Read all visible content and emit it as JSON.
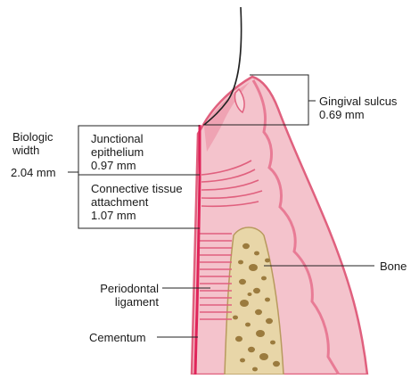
{
  "labels": {
    "gingival_sulcus": {
      "name": "Gingival sulcus",
      "value": "0.69 mm"
    },
    "biologic_width": {
      "line1": "Biologic",
      "line2": "width",
      "value": "2.04 mm"
    },
    "junctional_epithelium": {
      "line1": "Junctional",
      "line2": "epithelium",
      "value": "0.97 mm"
    },
    "connective_tissue": {
      "line1": "Connective tissue",
      "line2": "attachment",
      "value": "1.07 mm"
    },
    "bone": "Bone",
    "periodontal_ligament": {
      "line1": "Periodontal",
      "line2": "ligament"
    },
    "cementum": "Cementum"
  },
  "colors": {
    "gingiva_fill": "#f4c3cc",
    "gingiva_edge": "#e0607e",
    "epithelium_fill": "#efa3b3",
    "cementum_line": "#e0245a",
    "bone_fill": "#e8d6a8",
    "bone_pores": "#9b7b3e",
    "tooth_outline": "#222222"
  }
}
